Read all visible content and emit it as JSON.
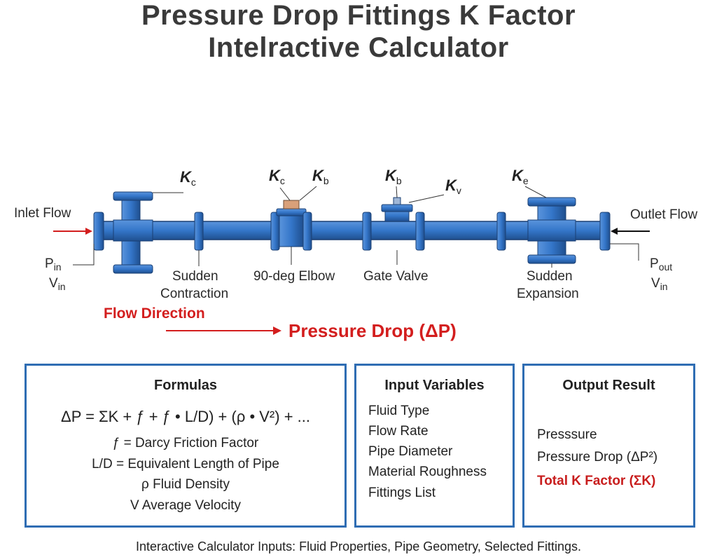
{
  "title": {
    "line1": "Pressure Drop Fittings K Factor",
    "line2": "Intelractive Calculator"
  },
  "diagram": {
    "inlet_flow": "Inlet Flow",
    "outlet_flow": "Outlet Flow",
    "p_in": "P",
    "p_in_sub": "in",
    "v_in": "V",
    "v_in_sub": "in",
    "p_out": "P",
    "p_out_sub": "out",
    "v_out": "V",
    "v_out_sub": "in",
    "k": "K",
    "k_c": "c",
    "k_b": "b",
    "k_v": "v",
    "k_e": "e",
    "fittings": {
      "sudden_contraction_1": "Sudden",
      "sudden_contraction_2": "Contraction",
      "elbow": "90-deg Elbow",
      "gate_valve": "Gate Valve",
      "sudden_expansion_1": "Sudden",
      "sudden_expansion_2": "Expansion"
    },
    "flow_direction": "Flow Direction",
    "pressure_drop": "Pressure Drop (ΔP)"
  },
  "formulas": {
    "heading": "Formulas",
    "main": "ΔP = ΣK + ƒ + ƒ • L/D) + (ρ • V²) + ...",
    "def1": "ƒ = Darcy Friction Factor",
    "def2": "L/D = Equivalent Length of Pipe",
    "def3": "ρ Fluid Density",
    "def4": "V Average Velocity"
  },
  "inputs": {
    "heading": "Input Variables",
    "items": [
      "Fluid Type",
      "Flow Rate",
      "Pipe Diameter",
      "Material Roughness",
      "Fittings List"
    ]
  },
  "output": {
    "heading": "Output Result",
    "line1": "Presssure",
    "line2": "Pressure Drop (ΔP²)",
    "line3": "Total K Factor (ΣK)"
  },
  "footer": "Interactive Calculator Inputs: Fluid Properties, Pipe Geometry, Selected Fittings.",
  "colors": {
    "pipe": "#3476c9",
    "pipe_dark": "#1f4f8f",
    "accent_red": "#d31e1e",
    "panel_border": "#2f6db3"
  }
}
